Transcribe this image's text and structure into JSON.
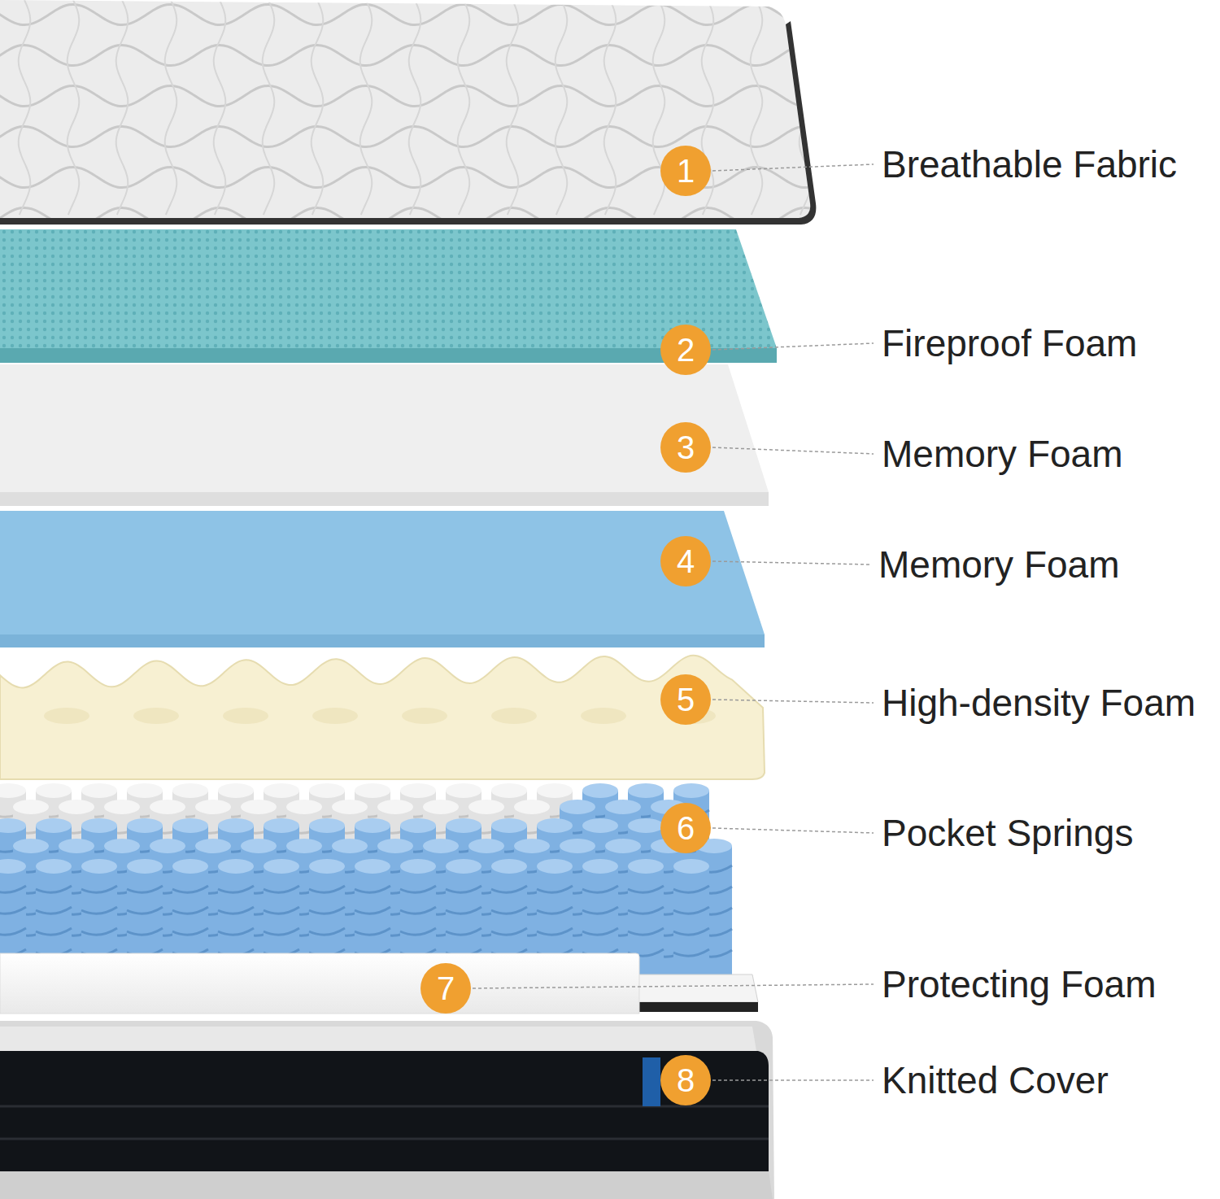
{
  "diagram": {
    "nodes": [
      {
        "text": [
          "1"
        ]
      },
      {
        "text": [
          "2"
        ]
      },
      {
        "text": [
          "3"
        ]
      },
      {
        "text": [
          "4"
        ]
      },
      {
        "text": [
          "5"
        ]
      },
      {
        "text": [
          "6"
        ]
      },
      {
        "text": [
          "7"
        ]
      },
      {
        "text": [
          "8"
        ]
      }
    ],
    "labels": [
      "Breathable Fabric",
      "Fireproof Foam",
      "Memory Foam",
      "Memory Foam",
      "High-density Foam",
      "Pocket Springs",
      "Protecting Foam",
      "Knitted Cover"
    ]
  }
}
